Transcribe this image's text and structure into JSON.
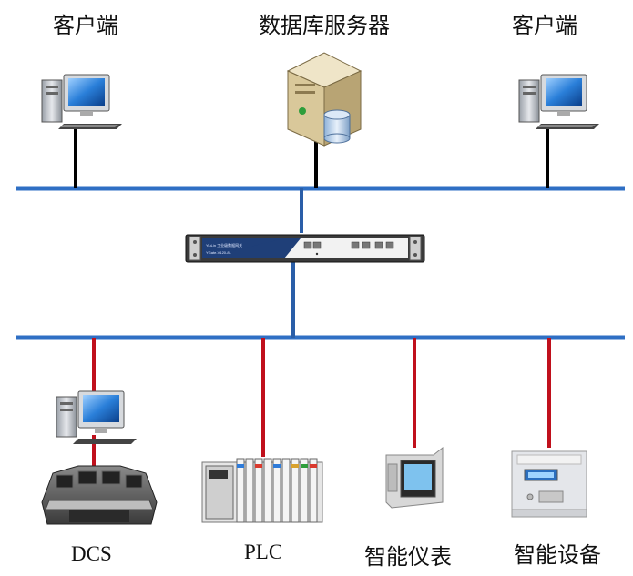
{
  "nodes": {
    "client_left": "客户端",
    "db_server": "数据库服务器",
    "client_right": "客户端",
    "dcs": "DCS",
    "plc": "PLC",
    "smart_meter": "智能仪表",
    "smart_device": "智能设备"
  },
  "gateway": {
    "line1": "YiuLin 工业级数据网关",
    "line2": "YGate-V120-8L"
  },
  "colors": {
    "bus": "#2f6fc4",
    "upper_link": "#000000",
    "lower_link": "#c0101c"
  }
}
